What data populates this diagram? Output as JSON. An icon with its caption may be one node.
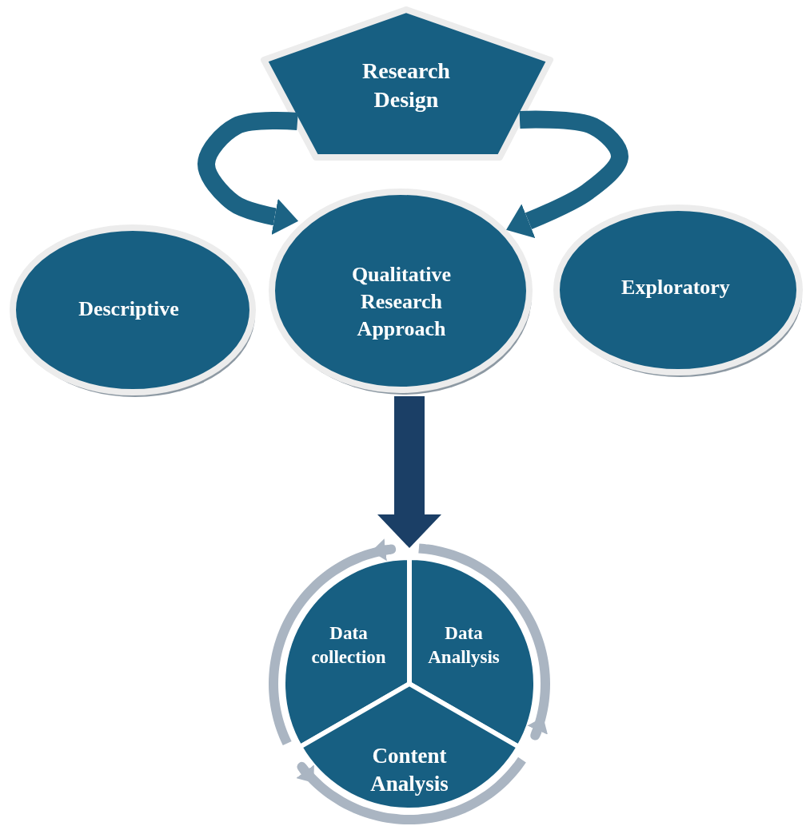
{
  "diagram": {
    "nodes": [
      {
        "text": [
          "Research Design"
        ]
      },
      {
        "text": [
          "Descriptive"
        ]
      },
      {
        "text": [
          "Qualitative Research Approach"
        ]
      },
      {
        "text": [
          "Exploratory"
        ]
      },
      {
        "text": [
          "Data collection"
        ]
      },
      {
        "text": [
          "Data Anallysis"
        ]
      },
      {
        "text": [
          "Content Analysis"
        ]
      }
    ],
    "edges": [
      {
        "from": 0,
        "to": 2,
        "arrow": "to",
        "style": "thick",
        "color": "#1c6384"
      },
      {
        "from": 0,
        "to": 2,
        "arrow": "to",
        "style": "thick",
        "color": "#1c6384"
      },
      {
        "from": 2,
        "to": 4,
        "arrow": "to",
        "style": "thick",
        "color": "#1b3f66"
      },
      {
        "from": 4,
        "to": 5,
        "arrow": "to",
        "color": "#aab5c2"
      },
      {
        "from": 5,
        "to": 6,
        "arrow": "to",
        "color": "#aab5c2"
      },
      {
        "from": 6,
        "to": 4,
        "arrow": "to",
        "color": "#aab5c2"
      }
    ]
  }
}
